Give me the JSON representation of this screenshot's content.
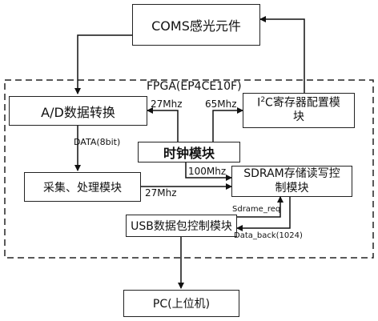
{
  "diagram": {
    "fpga_title": "FPGA(EP4CE10F)",
    "nodes": {
      "coms": "COMS感光元件",
      "ad": "A/D数据转换",
      "clock": "时钟模块",
      "i2c_prefix": "I",
      "i2c_sup": "2",
      "i2c_line1": "C寄存器配置模",
      "i2c_line2": "块",
      "collect": "采集、处理模块",
      "sdram_line1": "SDRAM存储读写控",
      "sdram_line2": "制模块",
      "usb": "USB数据包控制模块",
      "pc": "PC(上位机)"
    },
    "labels": {
      "clk_ad": "27Mhz",
      "clk_i2c": "65Mhz",
      "data": "DATA(8bit)",
      "clk_sdram": "100Mhz",
      "clk_collect": "27Mhz",
      "sdrame_req": "Sdrame_req",
      "data_back": "Data_back(1024)"
    }
  }
}
